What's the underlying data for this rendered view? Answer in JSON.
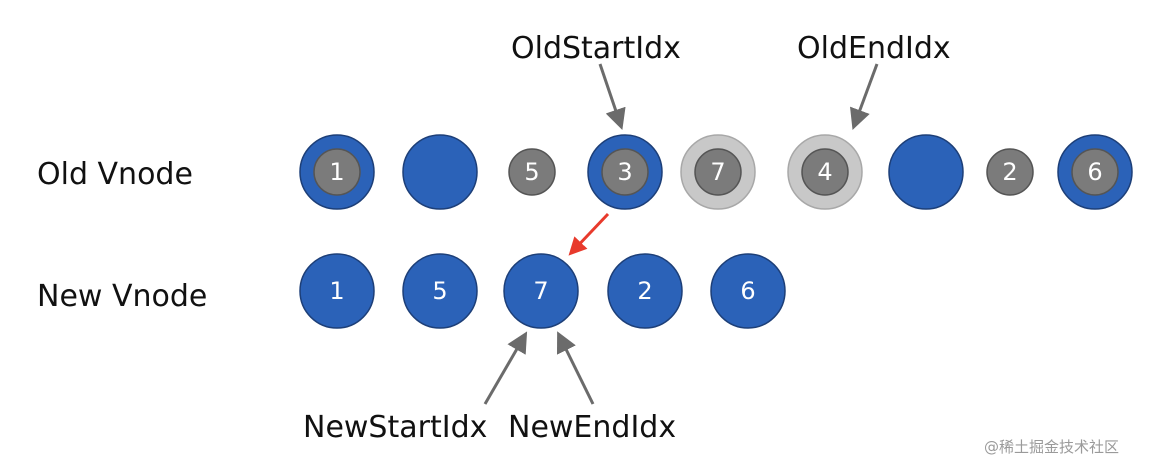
{
  "rows": {
    "old_label": "Old Vnode",
    "new_label": "New Vnode"
  },
  "old_nodes": [
    {
      "label": "1",
      "outer": "blue",
      "inner": "gray"
    },
    {
      "label": "",
      "outer": "blue",
      "inner": null
    },
    {
      "label": "5",
      "outer": null,
      "inner": "gray"
    },
    {
      "label": "3",
      "outer": "blue",
      "inner": "gray"
    },
    {
      "label": "7",
      "outer": "lightgray",
      "inner": "gray"
    },
    {
      "label": "4",
      "outer": "lightgray",
      "inner": "gray"
    },
    {
      "label": "",
      "outer": "blue",
      "inner": null
    },
    {
      "label": "2",
      "outer": null,
      "inner": "gray"
    },
    {
      "label": "6",
      "outer": "blue",
      "inner": "gray"
    }
  ],
  "new_nodes": [
    {
      "label": "1"
    },
    {
      "label": "5"
    },
    {
      "label": "7"
    },
    {
      "label": "2"
    },
    {
      "label": "6"
    }
  ],
  "pointers": {
    "old_start": "OldStartIdx",
    "old_end": "OldEndIdx",
    "new_start": "NewStartIdx",
    "new_end": "NewEndIdx"
  },
  "watermark": "@稀土掘金技术社区",
  "colors": {
    "blue": "#2b62b8",
    "blue_stroke": "#1d3f78",
    "gray": "#7b7b7b",
    "gray_stroke": "#555555",
    "lightgray": "#c8c8c8",
    "lightgray_stroke": "#a8a8a8",
    "arrow": "#6b6b6b",
    "move_arrow": "#e83a2c"
  }
}
